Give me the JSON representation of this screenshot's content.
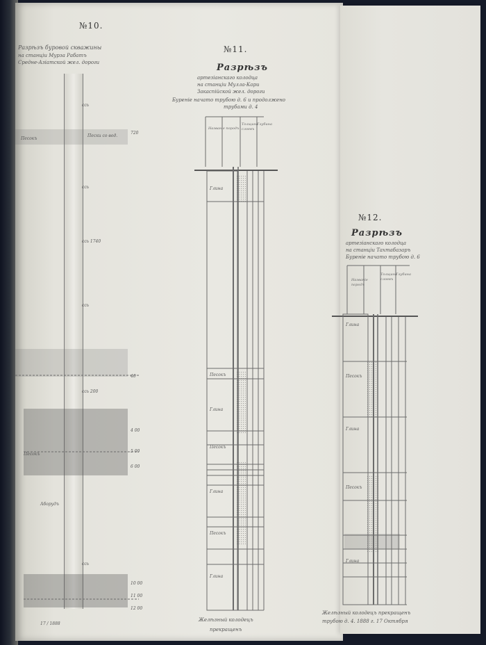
{
  "section_10": {
    "number": "№10.",
    "header_lines": [
      "Разрѣзъ буровой скважины",
      "на станціи Мурза Рабатъ",
      "Средне-Азіатской жел. дороги"
    ],
    "marks": [
      "ссь",
      "ссь",
      "ссь 1740",
      "ссь",
      "ссь 200",
      "ссь"
    ],
    "layers": [
      "Песокъ",
      "Пески со вод.",
      "Песокъ",
      "Аборудъ"
    ],
    "depths": [
      "720",
      "40",
      "4 00",
      "5 00",
      "6 00",
      "10 00",
      "11 00",
      "12 00"
    ],
    "bottom_note": "17 / 1888"
  },
  "section_11": {
    "number": "№11.",
    "title": "Разрѣзъ",
    "header_lines": [
      "артезіанскаго колодца",
      "на станціи Мулла-Кари",
      "Закаспійской жел. дороги",
      "Буреніе начато трубою д. 6 и продолжено",
      "трубами д. 4"
    ],
    "column_headers": [
      "Названіе породъ",
      "Толщина слоевъ",
      "Глубина"
    ],
    "layers": [
      "Глина",
      "Песокъ",
      "Глина",
      "Песокъ",
      "Глина",
      "Песокъ",
      "Глина"
    ],
    "footer_lines": [
      "Желѣзный колодецъ",
      "прекращенъ"
    ]
  },
  "section_12": {
    "number": "№12.",
    "title": "Разрѣзъ",
    "header_lines": [
      "артезіанскаго колодца",
      "на станціи Тахтабазаръ",
      "Буреніе начато трубою д. 6"
    ],
    "column_headers": [
      "Названіе породъ",
      "Толщина слоевъ",
      "Глубина"
    ],
    "layers": [
      "Глина",
      "Песокъ",
      "Глина",
      "Песокъ",
      "Глина"
    ],
    "footer_lines": [
      "Желѣзный колодецъ прекращенъ",
      "трубою д. 4. 1888 г. 17 Октября"
    ]
  }
}
